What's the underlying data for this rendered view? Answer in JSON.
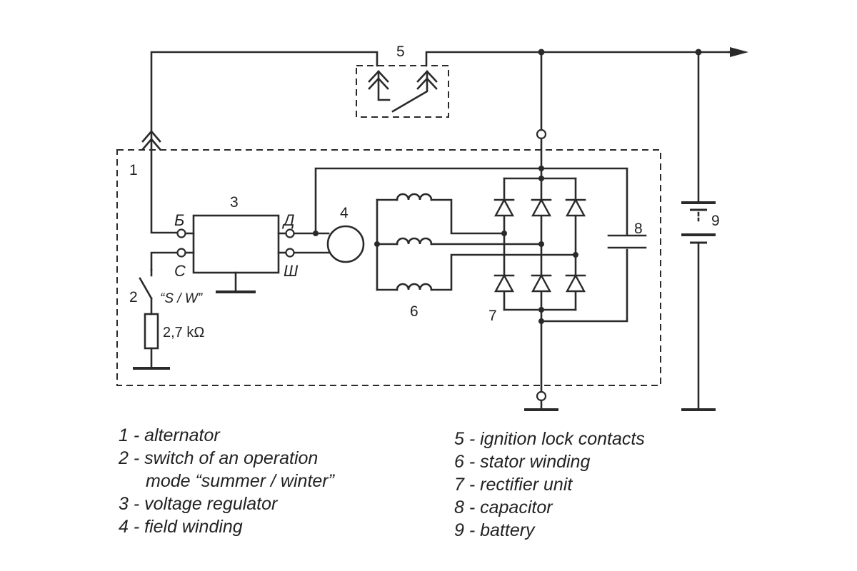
{
  "diagram": {
    "numbers": {
      "alternator": "1",
      "mode_switch": "2",
      "regulator": "3",
      "field_winding": "4",
      "ignition_contacts": "5",
      "stator_winding": "6",
      "rectifier": "7",
      "capacitor": "8",
      "battery": "9"
    },
    "terminals": {
      "b": "Б",
      "c": "С",
      "d": "Д",
      "sh": "Ш"
    },
    "switch_label": "“S / W”",
    "resistor_label": "2,7 kΩ"
  },
  "legend": {
    "left": [
      "1 - alternator",
      "2 - switch of an operation",
      "mode “summer / winter”",
      "3 - voltage regulator",
      "4 - field winding"
    ],
    "right": [
      "5 - ignition lock contacts",
      "6 - stator winding",
      "7 - rectifier unit",
      "8 - capacitor",
      "9 - battery"
    ]
  }
}
